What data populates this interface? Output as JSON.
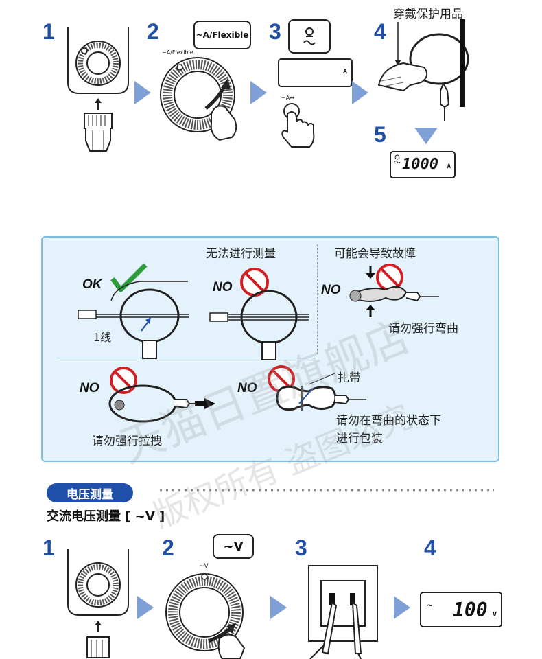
{
  "top_section": {
    "steps": [
      "1",
      "2",
      "3",
      "4",
      "5"
    ],
    "protect_text": "穿戴保护用品",
    "bubble_step2": "~A/Flexible",
    "dial_label_step2": "~A/Flexible",
    "lcd_step3_unit": "A",
    "button_label_step3": "~A↔",
    "lcd_step5_value": "1000",
    "lcd_step5_unit": "A"
  },
  "panel": {
    "ok_label": "OK",
    "no_label": "NO",
    "cannot_measure": "无法进行测量",
    "may_fail": "可能会导致故障",
    "one_wire": "1线",
    "no_bend": "请勿强行弯曲",
    "no_pull": "请勿强行拉拽",
    "zip_tie": "扎带",
    "no_pack_line1": "请勿在弯曲的状态下",
    "no_pack_line2": "进行包装"
  },
  "voltage_section": {
    "pill": "电压测量",
    "heading": "交流电压测量 [ ~V ]",
    "steps": [
      "1",
      "2",
      "3",
      "4"
    ],
    "bubble": "~V",
    "dial_label": "~V",
    "lcd_value": "100",
    "lcd_unit": "V",
    "lcd_symbol": "~"
  },
  "watermark": {
    "line1": "天猫日置旗舰店",
    "line2": "版权所有 盗图必究"
  },
  "colors": {
    "step_blue": "#1f4fa8",
    "arrow_blue": "#7fa0d6",
    "panel_bg": "#e4f2fb",
    "panel_border": "#7cbde0",
    "no_red": "#d21f26",
    "ok_green": "#2f9a3c"
  }
}
